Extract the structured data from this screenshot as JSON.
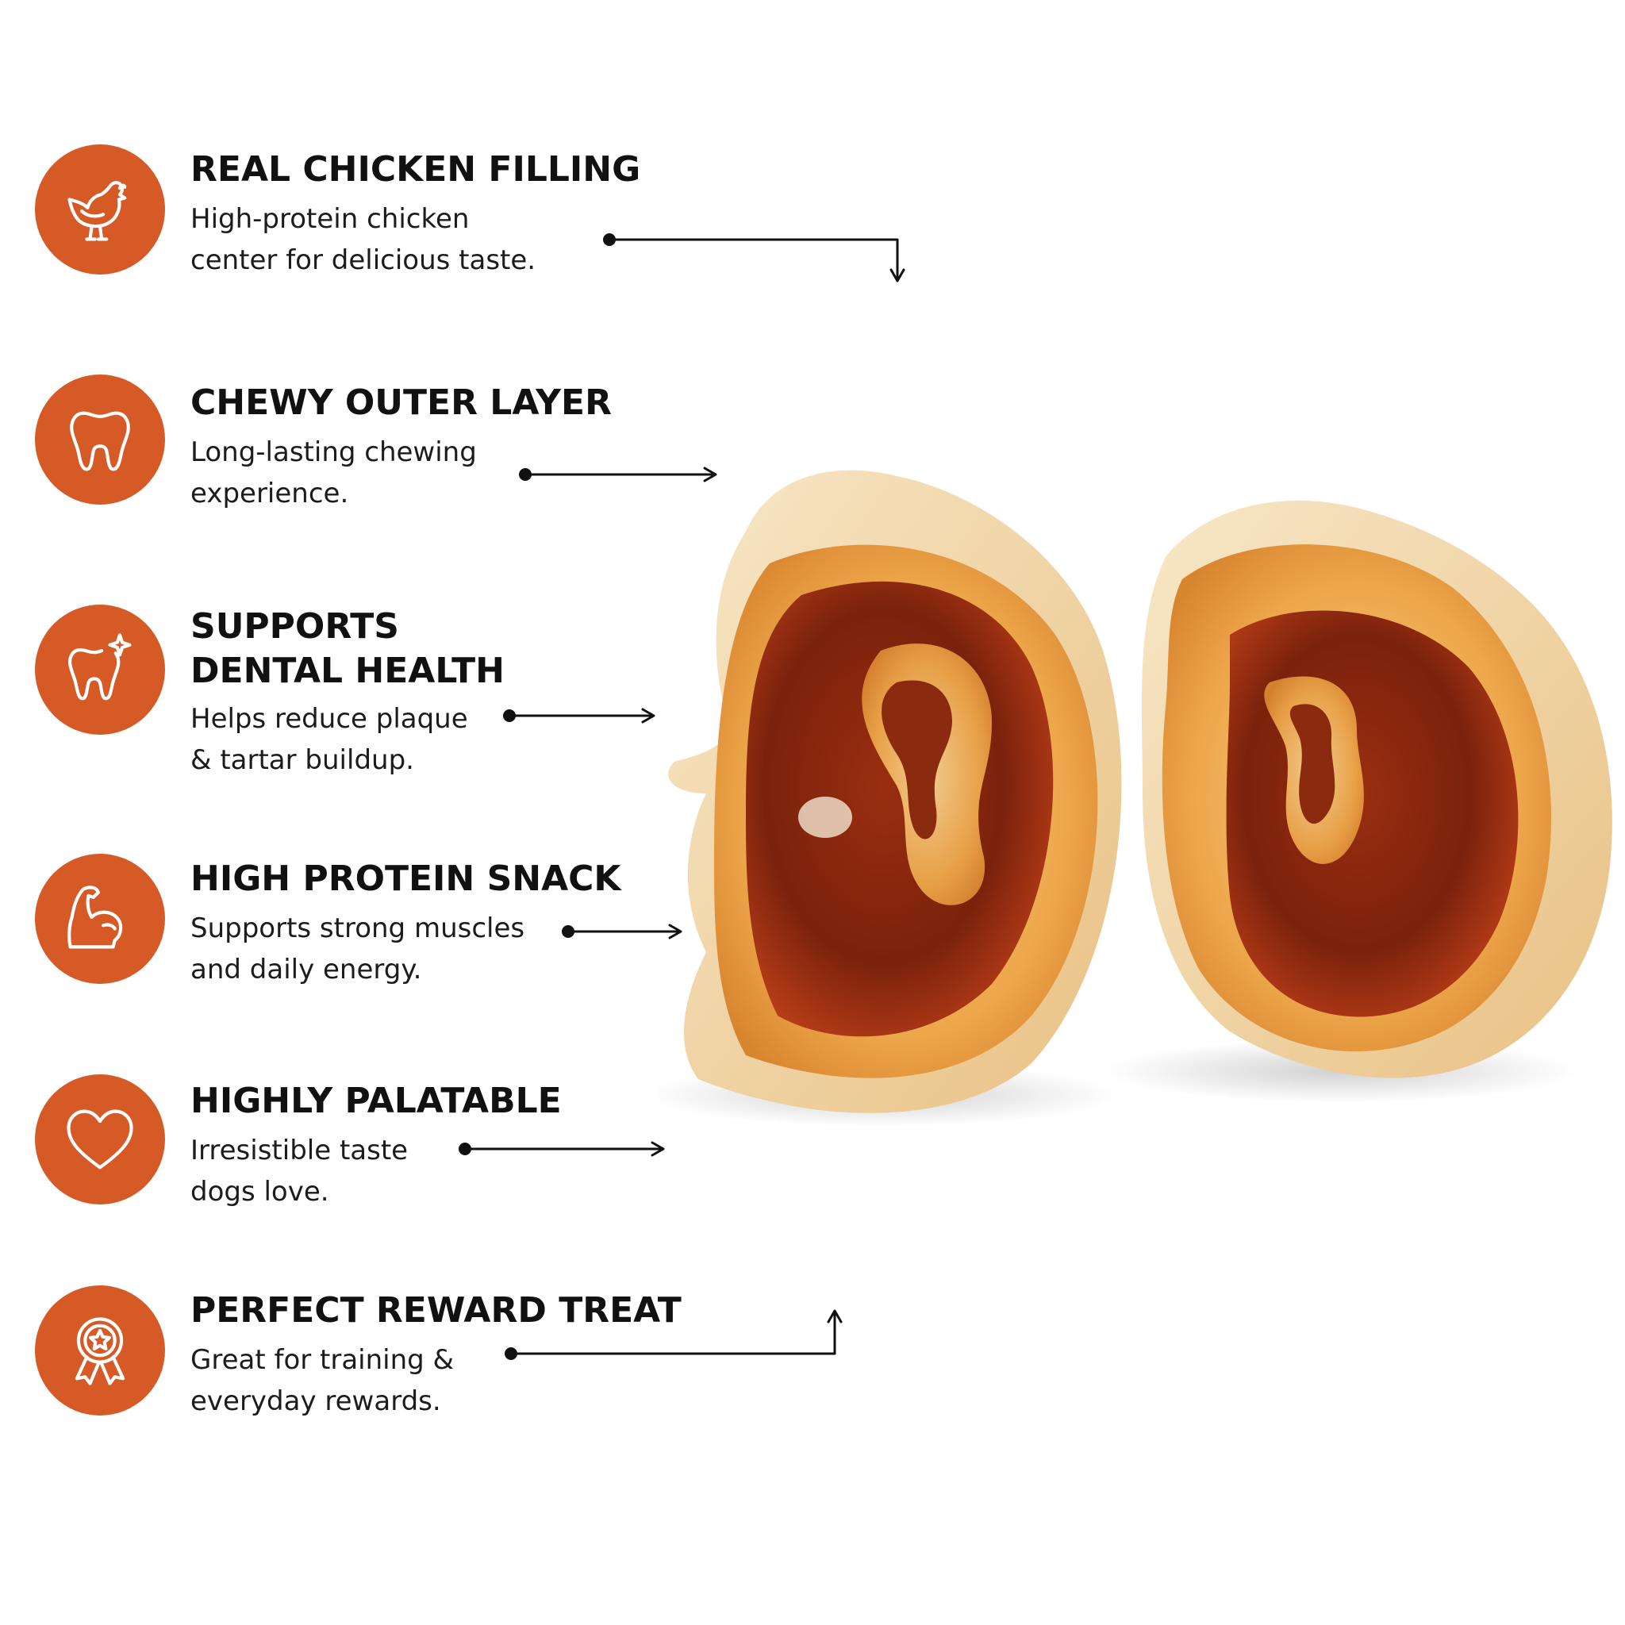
{
  "colors": {
    "accent": "#d55a26",
    "text": "#111111",
    "background": "#ffffff"
  },
  "features": [
    {
      "icon": "chicken-icon",
      "title": "REAL CHICKEN FILLING",
      "description": "High-protein chicken\ncenter for delicious taste."
    },
    {
      "icon": "tooth-icon",
      "title": "CHEWY OUTER LAYER",
      "description": "Long-lasting chewing\nexperience."
    },
    {
      "icon": "sparkle-tooth-icon",
      "title": "SUPPORTS\nDENTAL HEALTH",
      "description": "Helps reduce plaque\n& tartar buildup."
    },
    {
      "icon": "flexed-arm-icon",
      "title": "HIGH PROTEIN SNACK",
      "description": "Supports strong muscles\nand daily energy."
    },
    {
      "icon": "heart-icon",
      "title": "HIGHLY PALATABLE",
      "description": "Irresistible taste\ndogs love."
    },
    {
      "icon": "award-ribbon-icon",
      "title": "PERFECT REWARD TREAT",
      "description": "Great for training &\neveryday rewards."
    }
  ]
}
